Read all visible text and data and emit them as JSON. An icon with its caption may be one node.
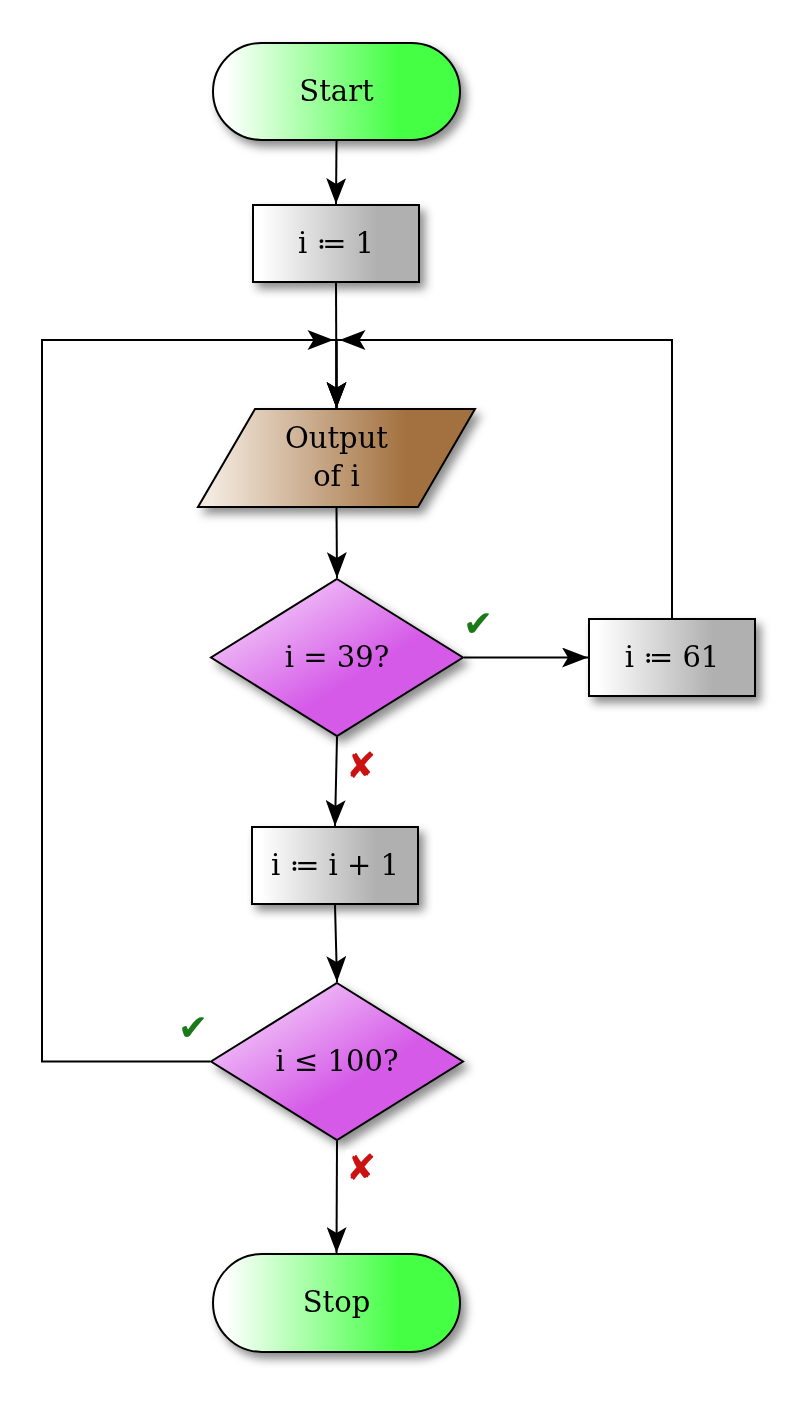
{
  "diagram": {
    "nodes": [
      {
        "text": [
          "Start"
        ]
      },
      {
        "text": [
          "i ≔ 1"
        ]
      },
      {
        "text": [
          "Output of i"
        ]
      },
      {
        "text": [
          "i = 39?"
        ]
      },
      {
        "text": [
          "i ≔ 61"
        ]
      },
      {
        "text": [
          "i ≔ i + 1"
        ]
      },
      {
        "text": [
          "i ≤ 100?"
        ]
      },
      {
        "text": [
          "Stop"
        ]
      }
    ],
    "edges": [
      {
        "from": 0,
        "to": 1,
        "arrow": "to"
      },
      {
        "from": 1,
        "to": 2,
        "arrow": "to"
      },
      {
        "from": 2,
        "to": 3,
        "arrow": "to"
      },
      {
        "from": 3,
        "to": 4,
        "arrow": "to",
        "label": "✔"
      },
      {
        "from": 4,
        "to": 2,
        "arrow": "to"
      },
      {
        "from": 3,
        "to": 5,
        "arrow": "to",
        "label": "✘"
      },
      {
        "from": 5,
        "to": 6,
        "arrow": "to"
      },
      {
        "from": 6,
        "to": 2,
        "arrow": "to",
        "label": "✔"
      },
      {
        "from": 6,
        "to": 7,
        "arrow": "to",
        "label": "✘"
      }
    ]
  }
}
